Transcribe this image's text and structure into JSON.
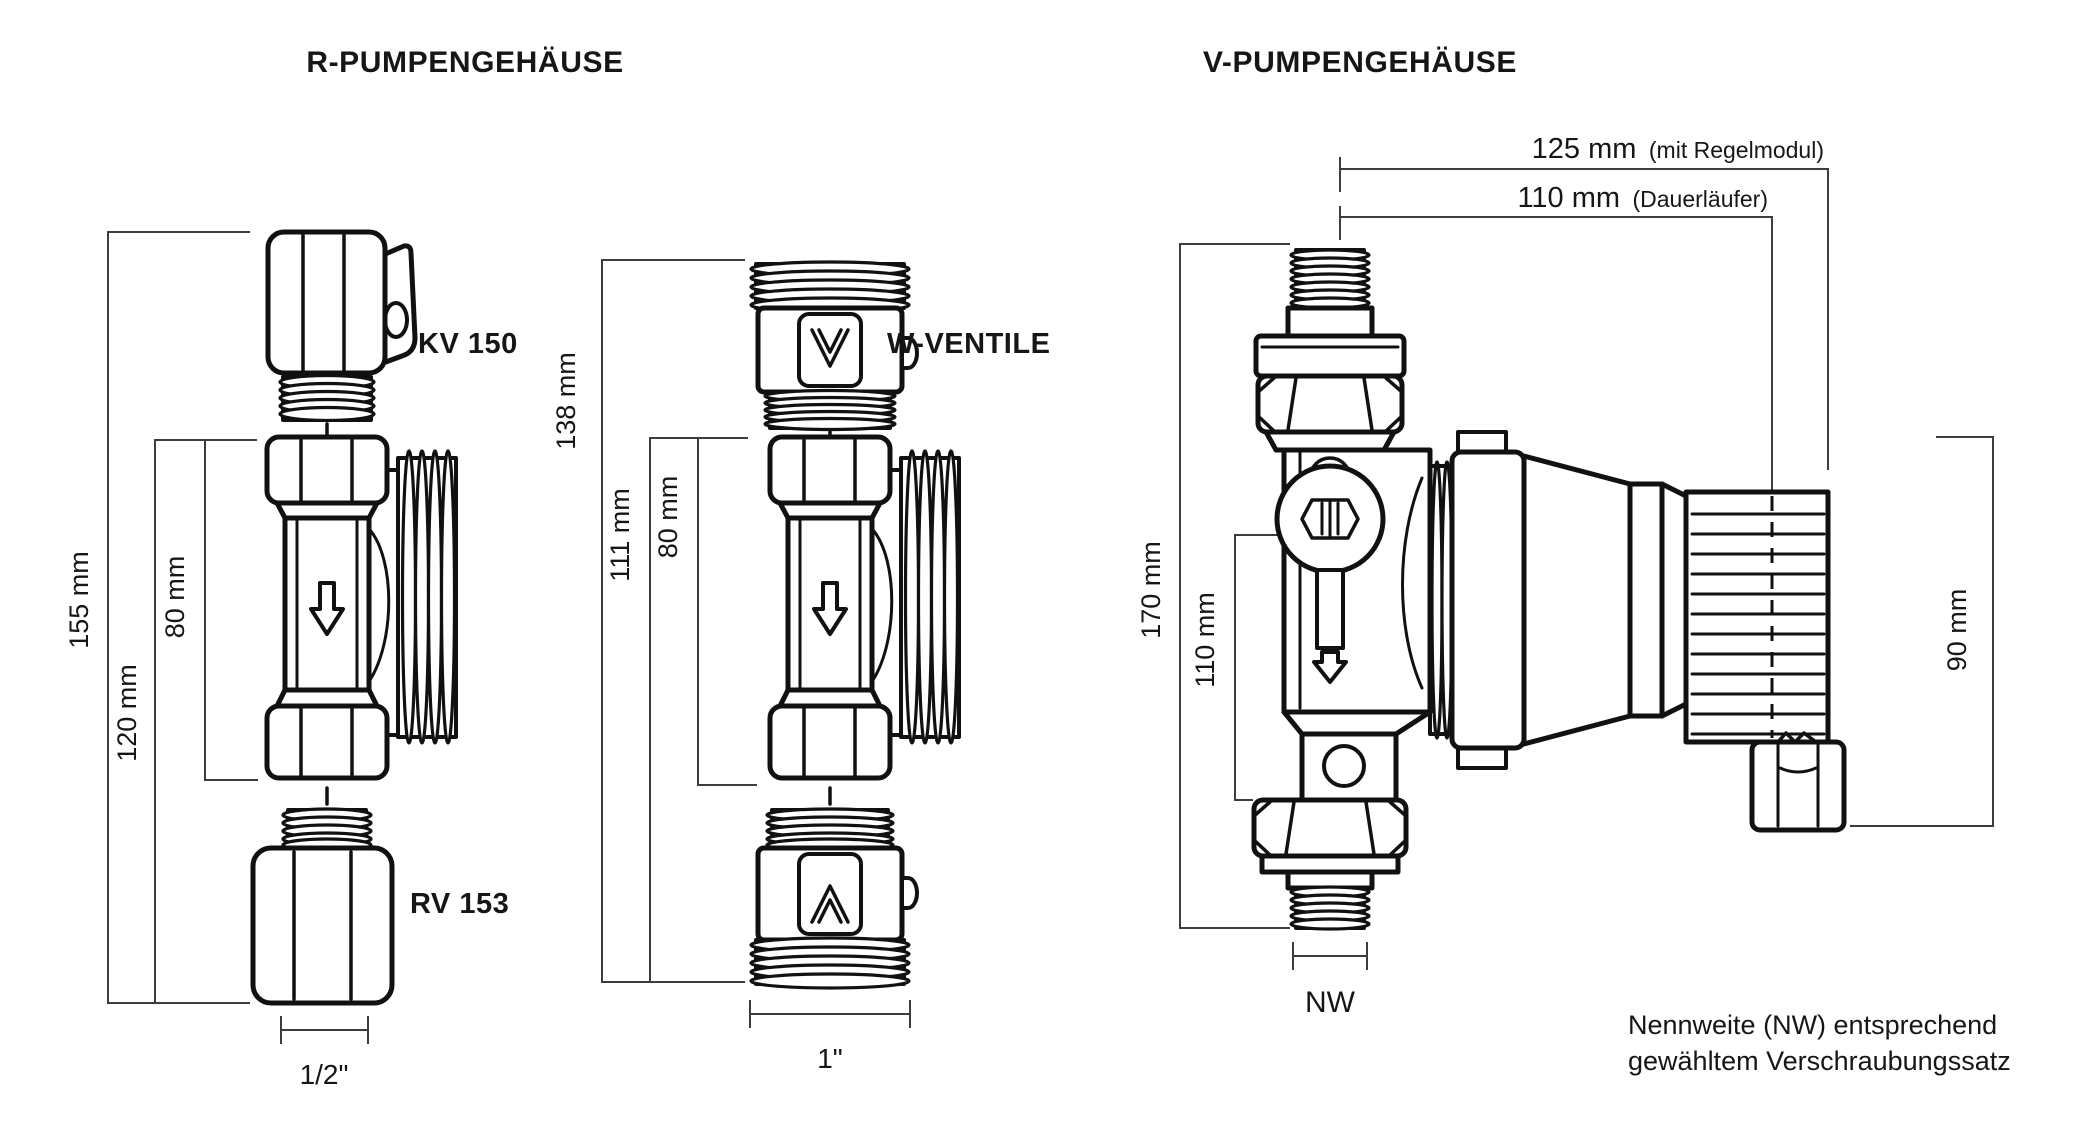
{
  "colors": {
    "ink": "#111111",
    "dim_line": "#3d3d3d",
    "background": "#ffffff"
  },
  "r_section": {
    "title": "R-PUMPENGEHÄUSE",
    "half_inch_variant": {
      "top_valve_label": "KV 150",
      "bottom_valve_label": "RV 153",
      "dim_overall": "155 mm",
      "dim_with_check_valve": "120 mm",
      "dim_housing": "80 mm",
      "thread_size": "1/2\""
    },
    "one_inch_variant": {
      "valves_label": "W-VENTILE",
      "dim_overall": "138 mm",
      "dim_with_valve": "111 mm",
      "dim_housing": "80 mm",
      "thread_size": "1\""
    }
  },
  "v_section": {
    "title": "V-PUMPENGEHÄUSE",
    "dim_length_with_module": "125 mm",
    "dim_length_with_module_note": "(mit Regelmodul)",
    "dim_length_continuous": "110 mm",
    "dim_length_continuous_note": "(Dauerläufer)",
    "dim_overall_height": "170 mm",
    "dim_housing_height": "110 mm",
    "dim_motor_height": "90 mm",
    "thread_size": "NW",
    "note_line1": "Nennweite (NW) entsprechend",
    "note_line2": "gewähltem Verschraubungssatz"
  }
}
